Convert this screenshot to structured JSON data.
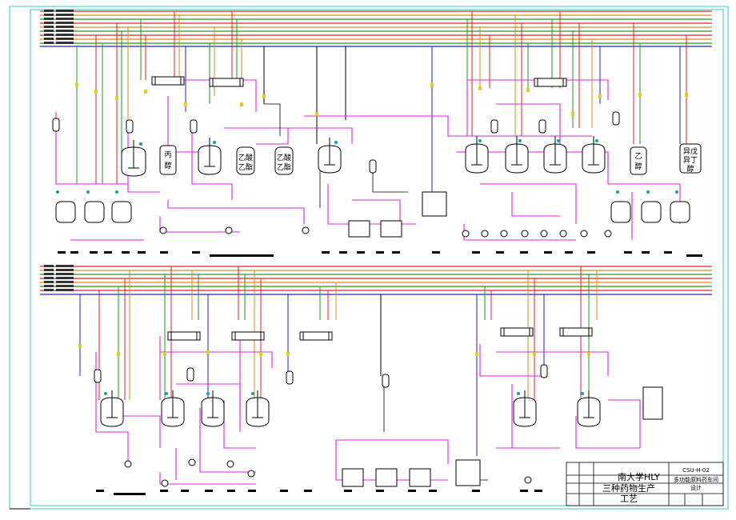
{
  "title_block": {
    "university": "南大学HLY",
    "drawing_title_line1": "三种药物生产",
    "drawing_title_line2": "工艺",
    "drawing_number": "CSU-H-02",
    "project_line1": "多功能原料药车间",
    "project_line2": "设计"
  },
  "vessel_labels": {
    "propanol_tank": [
      "丙",
      "醇"
    ],
    "ethyl_tank_a": [
      "乙酸",
      "乙酯"
    ],
    "ethyl_tank_b": [
      "乙酸",
      "乙酯"
    ],
    "ethanol_tank": [
      "乙",
      "醇"
    ],
    "isobutanol_tank": [
      "异戊",
      "异丁",
      "醇"
    ]
  },
  "colors": {
    "border": "#35c8c8",
    "process_line": "#e020e0",
    "utility_red": "#e02020",
    "utility_orange": "#e08a10",
    "utility_green": "#1c9a1c",
    "utility_blue": "#2020d0",
    "valve": "#e0d020",
    "instrument": "#12a0a0",
    "equipment": "#000000"
  }
}
